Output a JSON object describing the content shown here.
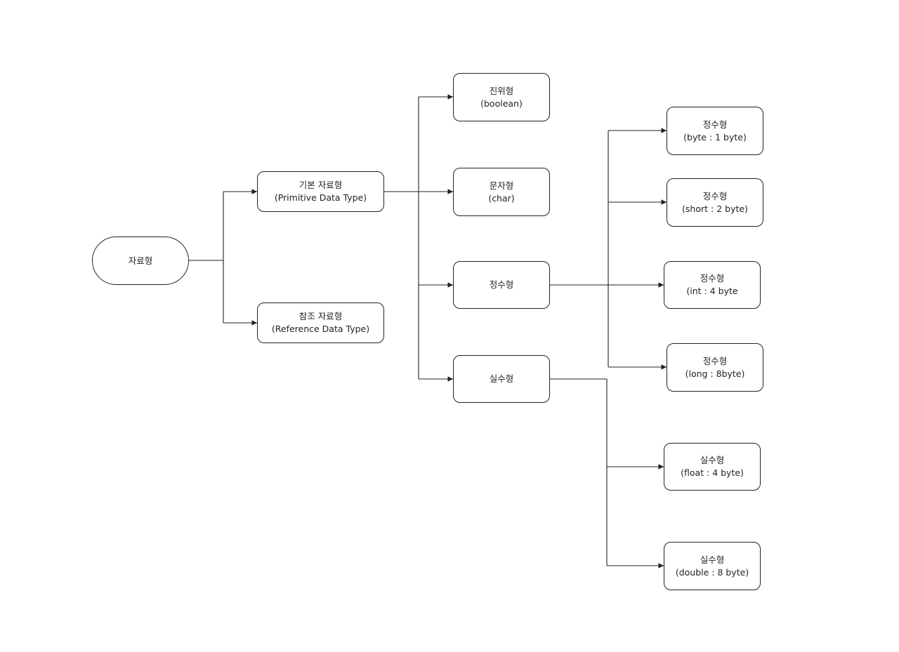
{
  "nodes": {
    "root": {
      "line1": "자료형"
    },
    "primitive": {
      "line1": "기본 자료형",
      "line2": "(Primitive Data Type)"
    },
    "reference": {
      "line1": "참조 자료형",
      "line2": "(Reference Data Type)"
    },
    "boolean": {
      "line1": "진위형",
      "line2": "(boolean)"
    },
    "char": {
      "line1": "문자형",
      "line2": "(char)"
    },
    "integer": {
      "line1": "정수형"
    },
    "real": {
      "line1": "실수형"
    },
    "byte": {
      "line1": "정수형",
      "line2": "(byte : 1 byte)"
    },
    "short": {
      "line1": "정수형",
      "line2": "(short : 2 byte)"
    },
    "int": {
      "line1": "정수형",
      "line2": "(int : 4 byte"
    },
    "long": {
      "line1": "정수형",
      "line2": "(long : 8byte)"
    },
    "float": {
      "line1": "실수형",
      "line2": "(float : 4 byte)"
    },
    "double": {
      "line1": "실수형",
      "line2": "(double : 8 byte)"
    }
  },
  "colors": {
    "stroke": "#222222",
    "background": "#ffffff"
  }
}
